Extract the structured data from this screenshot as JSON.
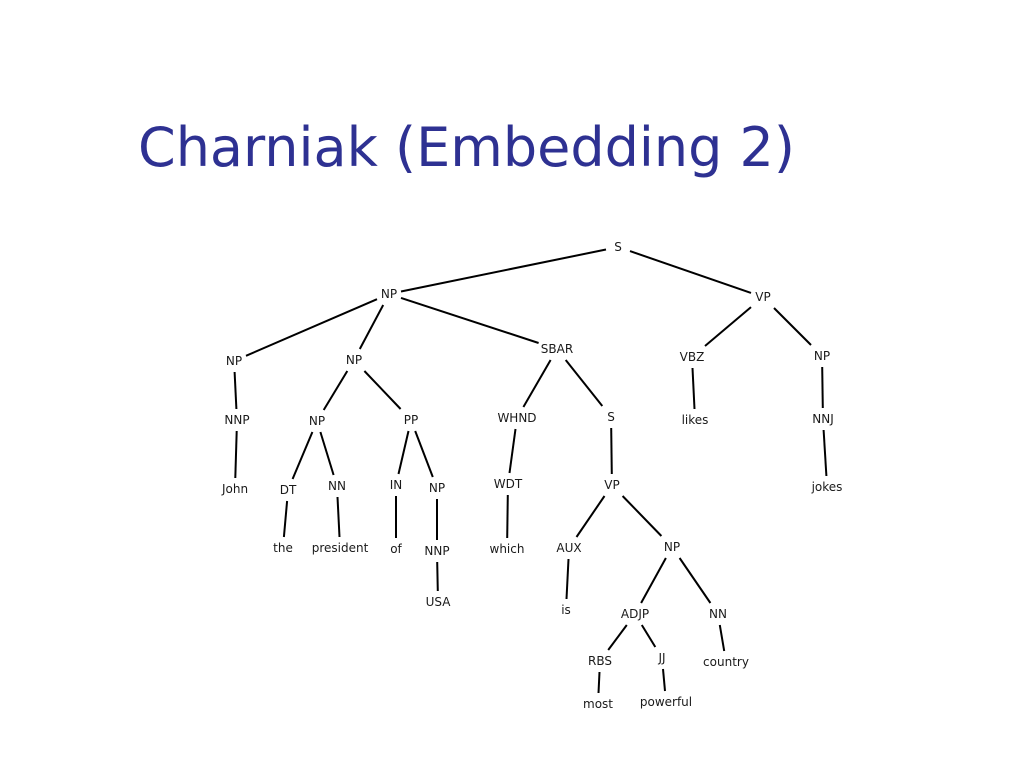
{
  "slide": {
    "title": "Charniak (Embedding 2)",
    "title_color": "#2e3192"
  },
  "tree": {
    "nodes": [
      {
        "id": "s",
        "label": "S"
      },
      {
        "id": "np1",
        "label": "NP"
      },
      {
        "id": "vp1",
        "label": "VP"
      },
      {
        "id": "np-john",
        "label": "NP"
      },
      {
        "id": "np2",
        "label": "NP"
      },
      {
        "id": "sbar",
        "label": "SBAR"
      },
      {
        "id": "vbz",
        "label": "VBZ"
      },
      {
        "id": "np-jokes",
        "label": "NP"
      },
      {
        "id": "nnp-john",
        "label": "NNP"
      },
      {
        "id": "np3",
        "label": "NP"
      },
      {
        "id": "pp",
        "label": "PP"
      },
      {
        "id": "whnd",
        "label": "WHND"
      },
      {
        "id": "s2",
        "label": "S"
      },
      {
        "id": "w-likes",
        "label": "likes"
      },
      {
        "id": "nnj",
        "label": "NNJ"
      },
      {
        "id": "w-john",
        "label": "John"
      },
      {
        "id": "dt",
        "label": "DT"
      },
      {
        "id": "nn-president",
        "label": "NN"
      },
      {
        "id": "in",
        "label": "IN"
      },
      {
        "id": "np-usa",
        "label": "NP"
      },
      {
        "id": "wdt",
        "label": "WDT"
      },
      {
        "id": "vp2",
        "label": "VP"
      },
      {
        "id": "w-jokes",
        "label": "jokes"
      },
      {
        "id": "w-the",
        "label": "the"
      },
      {
        "id": "w-president",
        "label": "president"
      },
      {
        "id": "w-of",
        "label": "of"
      },
      {
        "id": "nnp-usa",
        "label": "NNP"
      },
      {
        "id": "w-which",
        "label": "which"
      },
      {
        "id": "aux",
        "label": "AUX"
      },
      {
        "id": "np4",
        "label": "NP"
      },
      {
        "id": "w-usa",
        "label": "USA"
      },
      {
        "id": "w-is",
        "label": "is"
      },
      {
        "id": "adjp",
        "label": "ADJP"
      },
      {
        "id": "nn-country",
        "label": "NN"
      },
      {
        "id": "rbs",
        "label": "RBS"
      },
      {
        "id": "jj",
        "label": "JJ"
      },
      {
        "id": "w-country",
        "label": "country"
      },
      {
        "id": "w-most",
        "label": "most"
      },
      {
        "id": "w-powerful",
        "label": "powerful"
      }
    ],
    "edges": [
      [
        "s",
        "np1"
      ],
      [
        "s",
        "vp1"
      ],
      [
        "np1",
        "np-john"
      ],
      [
        "np1",
        "np2"
      ],
      [
        "np1",
        "sbar"
      ],
      [
        "vp1",
        "vbz"
      ],
      [
        "vp1",
        "np-jokes"
      ],
      [
        "np-john",
        "nnp-john"
      ],
      [
        "nnp-john",
        "w-john"
      ],
      [
        "np2",
        "np3"
      ],
      [
        "np2",
        "pp"
      ],
      [
        "np3",
        "dt"
      ],
      [
        "np3",
        "nn-president"
      ],
      [
        "dt",
        "w-the"
      ],
      [
        "nn-president",
        "w-president"
      ],
      [
        "pp",
        "in"
      ],
      [
        "pp",
        "np-usa"
      ],
      [
        "in",
        "w-of"
      ],
      [
        "np-usa",
        "nnp-usa"
      ],
      [
        "nnp-usa",
        "w-usa"
      ],
      [
        "sbar",
        "whnd"
      ],
      [
        "sbar",
        "s2"
      ],
      [
        "whnd",
        "wdt"
      ],
      [
        "wdt",
        "w-which"
      ],
      [
        "s2",
        "vp2"
      ],
      [
        "vp2",
        "aux"
      ],
      [
        "vp2",
        "np4"
      ],
      [
        "aux",
        "w-is"
      ],
      [
        "np4",
        "adjp"
      ],
      [
        "np4",
        "nn-country"
      ],
      [
        "adjp",
        "rbs"
      ],
      [
        "adjp",
        "jj"
      ],
      [
        "rbs",
        "w-most"
      ],
      [
        "jj",
        "w-powerful"
      ],
      [
        "nn-country",
        "w-country"
      ],
      [
        "vbz",
        "w-likes"
      ],
      [
        "np-jokes",
        "nnj"
      ],
      [
        "nnj",
        "w-jokes"
      ]
    ]
  }
}
